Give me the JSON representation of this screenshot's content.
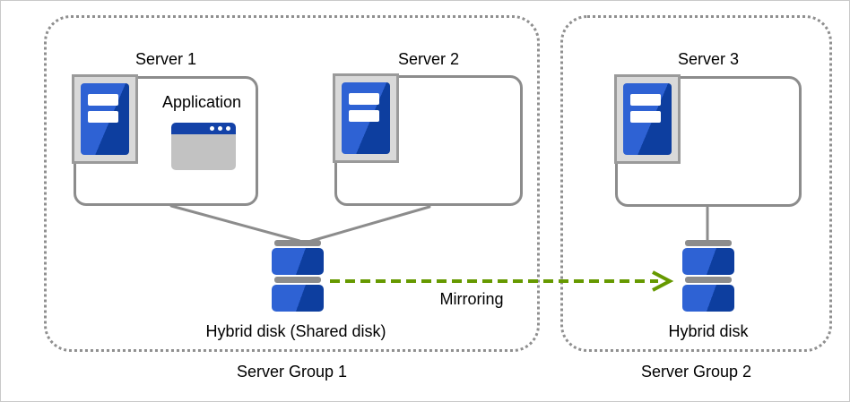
{
  "groups": [
    {
      "label": "Server Group 1"
    },
    {
      "label": "Server Group 2"
    }
  ],
  "servers": [
    {
      "label": "Server 1"
    },
    {
      "label": "Server 2"
    },
    {
      "label": "Server 3"
    }
  ],
  "application": {
    "label": "Application"
  },
  "disks": [
    {
      "label": "Hybrid disk (Shared disk)"
    },
    {
      "label": "Hybrid disk"
    }
  ],
  "mirroring": {
    "label": "Mirroring"
  },
  "icons": {
    "server_tower": "blue server tower with two white slots",
    "app_window": "application window with blue title bar and three dots",
    "disk_stack": "stacked blue disk volumes with gray platters",
    "mirroring_arrow": "green dashed arrow pointing right"
  },
  "colors": {
    "server_blue_light": "#2e62d4",
    "server_blue_dark": "#0d3e9f",
    "disk_bar_gray": "#8c8c8c",
    "box_border_gray": "#8c8c8c",
    "group_border_gray": "#8f8f8f",
    "holder_fill": "#d9d9d9",
    "window_titlebar_blue": "#1342a8",
    "window_body_gray": "#c2c2c2",
    "mirroring_arrow_green": "#669900"
  }
}
